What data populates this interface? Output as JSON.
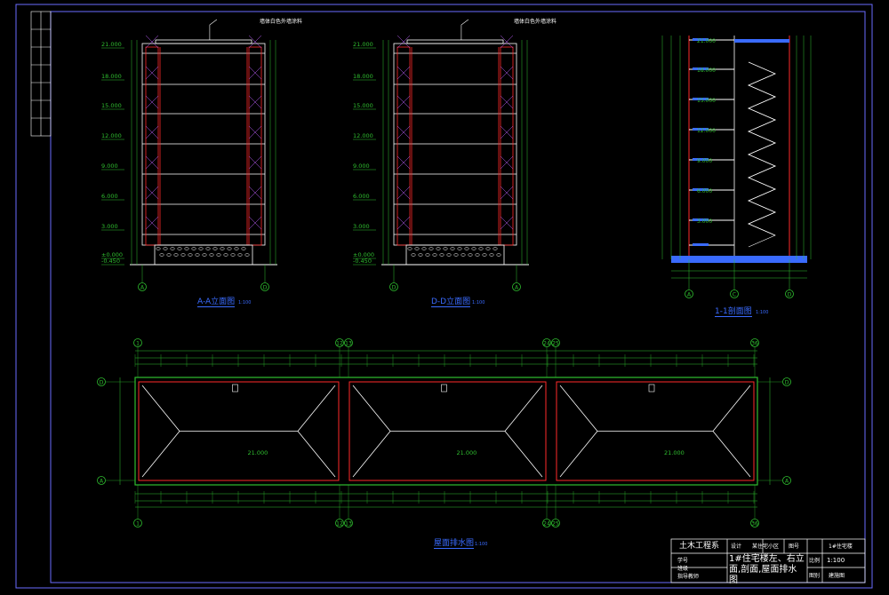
{
  "drawing": {
    "left_elevation": {
      "caption": "A-A立面图",
      "scale_note": "1:100",
      "callout": "墙体白色外墙涂料",
      "axis_left": "A",
      "axis_right": "D",
      "levels": [
        "21.000",
        "18.000",
        "15.000",
        "12.000",
        "9.000",
        "6.000",
        "3.000",
        "±0.000",
        "-0.450"
      ]
    },
    "right_elevation": {
      "caption": "D-D立面图",
      "scale_note": "1:100",
      "callout": "墙体白色外墙涂料",
      "axis_left": "D",
      "axis_right": "A",
      "levels": [
        "21.000",
        "18.000",
        "15.000",
        "12.000",
        "9.000",
        "6.000",
        "3.000",
        "±0.000",
        "-0.450"
      ]
    },
    "section": {
      "caption": "1-1剖面图",
      "scale_note": "1:100",
      "axis_labels": [
        "A",
        "C",
        "D"
      ],
      "levels": [
        "21.000",
        "18.000",
        "15.000",
        "12.000",
        "9.000",
        "6.000",
        "3.000"
      ]
    },
    "roof_plan": {
      "caption": "屋面排水图",
      "scale_note": "1:100",
      "top_axes": [
        "1",
        "12",
        "13",
        "24",
        "25",
        "36"
      ],
      "bottom_axes": [
        "1",
        "12",
        "13",
        "24",
        "25",
        "36"
      ],
      "side_axes": [
        "D",
        "A"
      ],
      "level_marks": [
        "21.000",
        "21.000",
        "21.000"
      ]
    },
    "title_block": {
      "school": "土木工程系",
      "row1_label": "学号",
      "row2_label": "班级",
      "row3_label": "指导教师",
      "cell_design": "设计",
      "project_name": "某住宅小区",
      "cell_no": "图号",
      "building": "1#住宅楼",
      "drawing_title": "1#住宅楼左、右立面,剖面,屋面排水图",
      "cell_scale": "比例",
      "scale": "1:100",
      "cell_sheet": "图别",
      "sheet_type": "建施图"
    }
  }
}
